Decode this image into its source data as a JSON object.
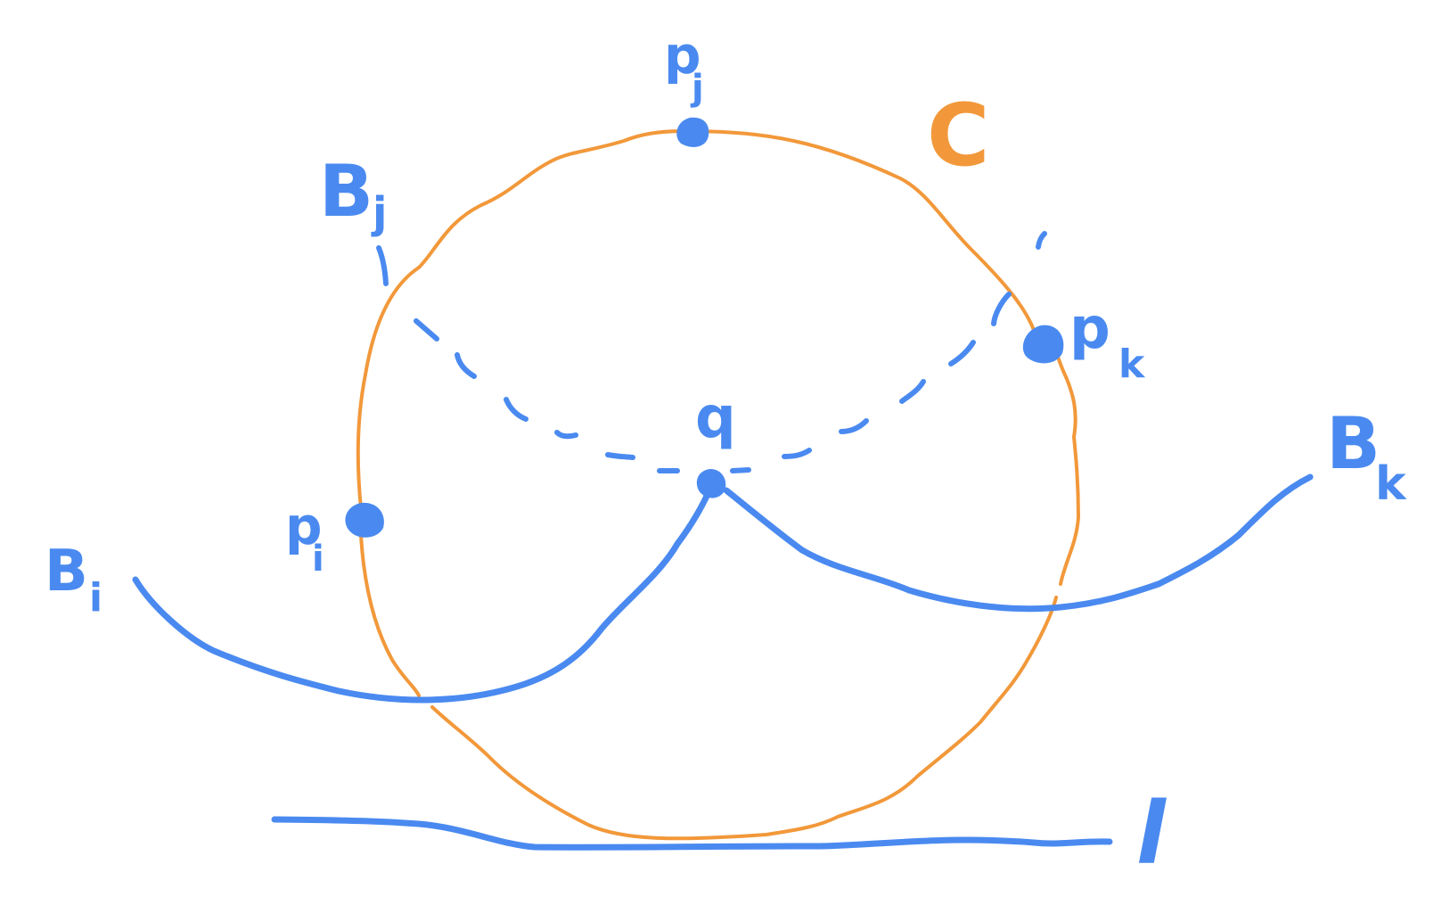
{
  "diagram": {
    "colors": {
      "curve_C": "#f2983a",
      "blue_ink": "#4a8af0",
      "background": "#ffffff"
    },
    "labels": {
      "C": "C",
      "p_i_base": "p",
      "p_i_sub": "i",
      "p_j_base": "p",
      "p_j_sub": "j",
      "p_k_base": "p",
      "p_k_sub": "k",
      "B_i_base": "B",
      "B_i_sub": "i",
      "B_j_base": "B",
      "B_j_sub": "j",
      "B_k_base": "B",
      "B_k_sub": "k",
      "q": "q",
      "l": "l"
    }
  }
}
